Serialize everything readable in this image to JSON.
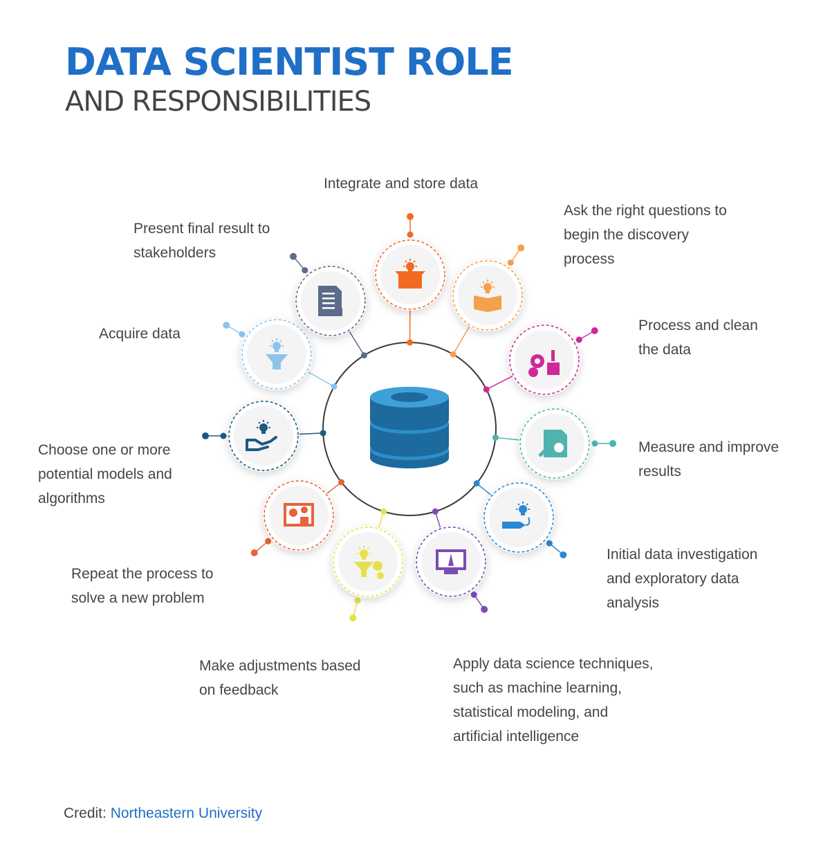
{
  "title": "DATA SCIENTIST ROLE",
  "subtitle": "AND RESPONSIBILITIES",
  "center_icon": "database-icon",
  "steps": [
    {
      "id": "integrate",
      "lines": [
        "Integrate and store data"
      ],
      "color": "#f26a21",
      "icon": "box-lightbulb-icon"
    },
    {
      "id": "ask",
      "lines": [
        "Ask the right questions to",
        "begin the discovery",
        "process"
      ],
      "color": "#f5a04a",
      "icon": "book-lightbulb-icon"
    },
    {
      "id": "process",
      "lines": [
        "Process and clean",
        "the data"
      ],
      "color": "#d0289b",
      "icon": "gears-pencil-icon"
    },
    {
      "id": "measure",
      "lines": [
        "Measure and improve",
        "results"
      ],
      "color": "#4fb3b0",
      "icon": "document-gear-icon"
    },
    {
      "id": "investigate",
      "lines": [
        "Initial data investigation",
        "and exploratory data",
        "analysis"
      ],
      "color": "#2b86d4",
      "icon": "pencil-lightbulb-icon"
    },
    {
      "id": "apply",
      "lines": [
        "Apply data science techniques,",
        "such as machine learning,",
        "statistical modeling, and",
        "artificial intelligence"
      ],
      "color": "#7b4cb4",
      "icon": "monitor-pen-icon"
    },
    {
      "id": "adjust",
      "lines": [
        "Make adjustments based",
        "on feedback"
      ],
      "color": "#e8e04a",
      "icon": "funnel-gears-icon"
    },
    {
      "id": "repeat",
      "lines": [
        "Repeat the process to",
        "solve a new problem"
      ],
      "color": "#e8623a",
      "icon": "blueprint-gears-icon"
    },
    {
      "id": "choose",
      "lines": [
        "Choose one or more",
        "potential models and",
        "algorithms"
      ],
      "color": "#1c5a80",
      "icon": "hand-lightbulb-icon"
    },
    {
      "id": "acquire",
      "lines": [
        "Acquire data"
      ],
      "color": "#8ec3ea",
      "icon": "funnel-lightbulb-icon"
    },
    {
      "id": "present",
      "lines": [
        "Present final result to",
        "stakeholders"
      ],
      "color": "#5c6b8a",
      "icon": "document-chart-icon"
    }
  ],
  "credit": {
    "prefix": "Credit: ",
    "org": "Northeastern University"
  }
}
